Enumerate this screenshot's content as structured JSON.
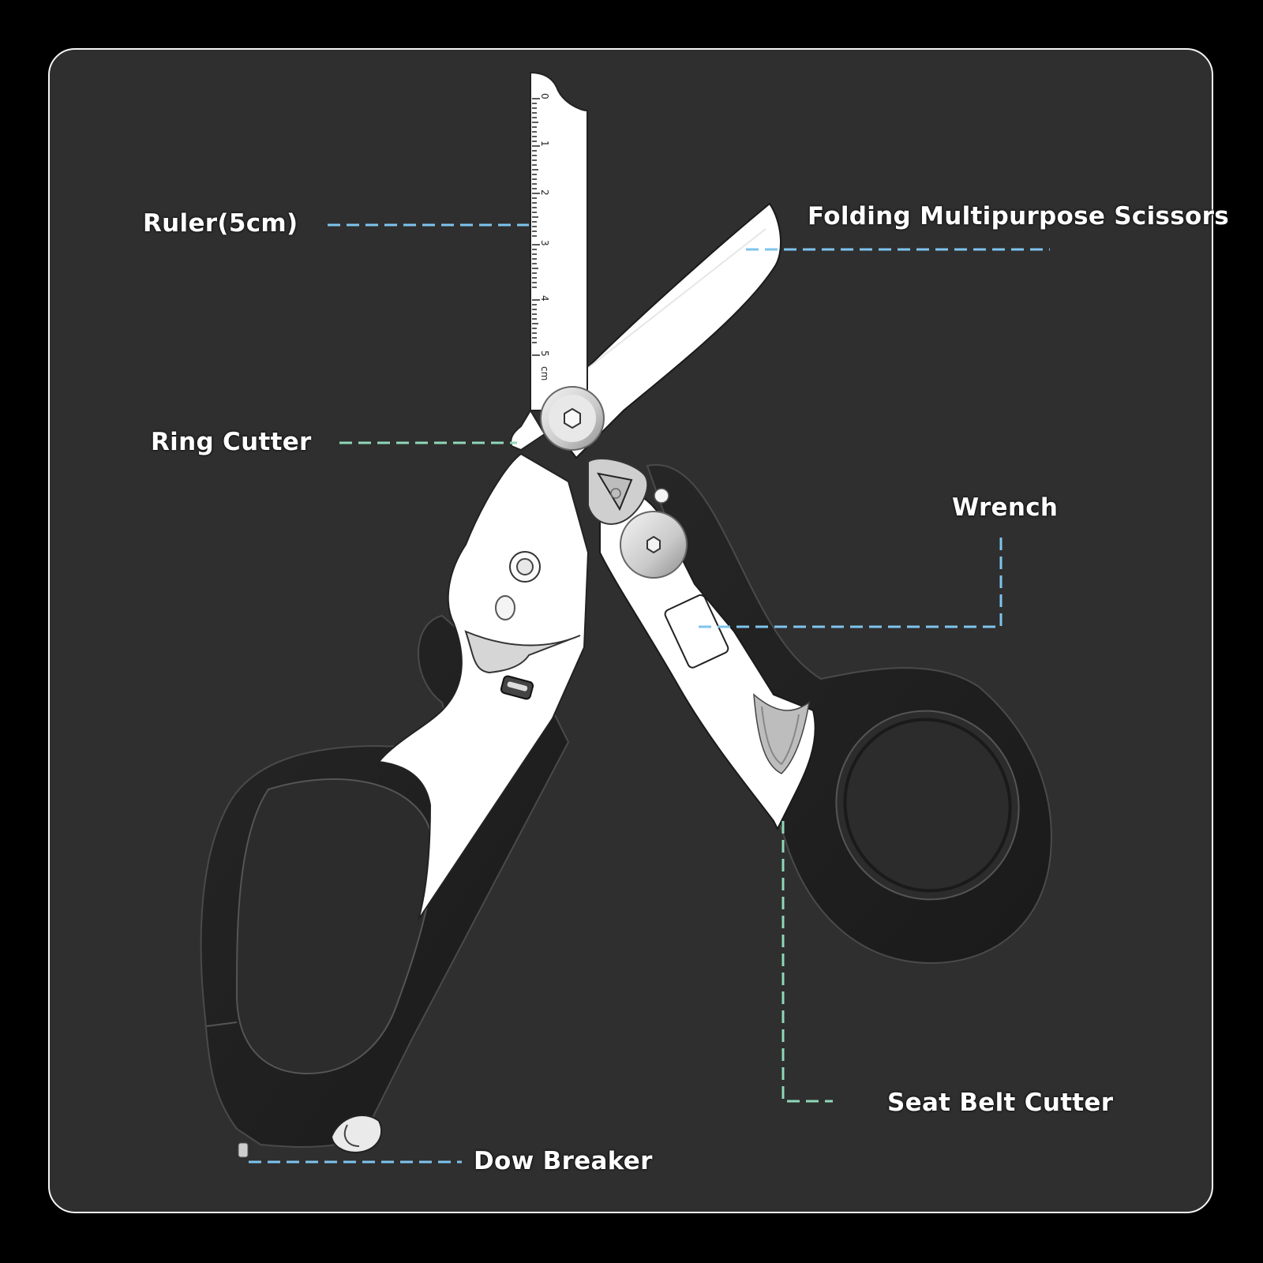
{
  "callouts": {
    "ruler": {
      "label": "Ruler(5cm)"
    },
    "scissors": {
      "label": "Folding Multipurpose Scissors"
    },
    "ring_cutter": {
      "label": "Ring Cutter"
    },
    "wrench": {
      "label": "Wrench"
    },
    "seat_belt_cutter": {
      "label": "Seat Belt Cutter"
    },
    "dow_breaker": {
      "label": "Dow Breaker"
    }
  },
  "ruler_scale": {
    "marks": [
      "0",
      "1",
      "2",
      "3",
      "4",
      "5"
    ],
    "unit": "cm"
  },
  "colors": {
    "background": "#2f2f2f",
    "frame_border": "#f5f5f5",
    "steel": "#ffffff",
    "handle": "#1e1e1e",
    "leader_line_blue": "#7ec4ee",
    "leader_line_green": "#8fd8b8"
  }
}
